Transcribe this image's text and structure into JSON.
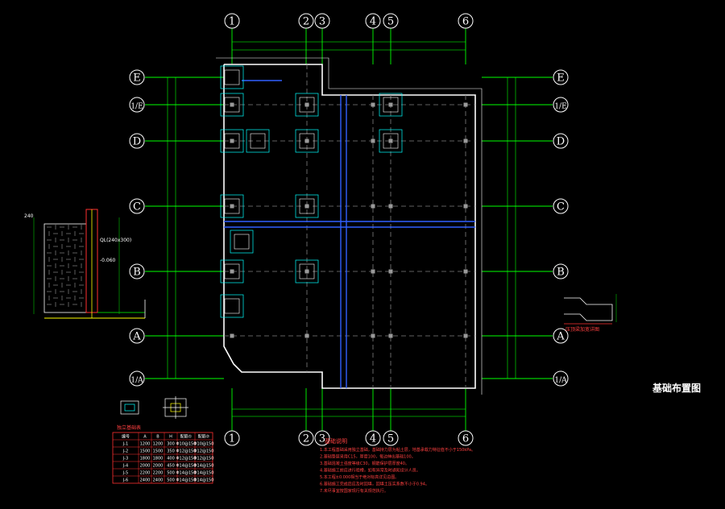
{
  "drawing": {
    "title": "基础布置图",
    "column_axes": [
      "1",
      "2",
      "3",
      "4",
      "5",
      "6"
    ],
    "row_axes": [
      "E",
      "1/E",
      "D",
      "C",
      "B",
      "A",
      "1/A"
    ],
    "notes_title": "基础说明",
    "notes": [
      "1.本工程基础采用独立基础，基础持力层为粘土层，地基承载力特征值不小于150kPa。",
      "2.基础垫层采用C15，厚度100，每边伸出基础100。",
      "3.基础混凝土强度等级C30，钢筋保护层厚度40。",
      "4.基础施工前应进行验槽，如有异常及时通知设计人员。",
      "5.本工程±0.000相当于绝对标高详见总图。",
      "6.基础施工完成后应及时回填，回填土压实系数不小于0.94。",
      "7.未尽事宜按国家现行有关规范执行。"
    ],
    "detail_label": "压顶梁加宽详图",
    "wall_labels": [
      "240",
      "QL(240x300)",
      "-0.060"
    ],
    "table_title": "独立基础表",
    "table_headers": [
      "编号",
      "A",
      "B",
      "H",
      "配筋①",
      "配筋②"
    ],
    "table_rows": [
      [
        "J-1",
        "1200",
        "1200",
        "300",
        "Φ10@150",
        "Φ10@150"
      ],
      [
        "J-2",
        "1500",
        "1500",
        "350",
        "Φ12@150",
        "Φ12@150"
      ],
      [
        "J-3",
        "1800",
        "1800",
        "400",
        "Φ12@150",
        "Φ12@150"
      ],
      [
        "J-4",
        "2000",
        "2000",
        "450",
        "Φ14@150",
        "Φ14@150"
      ],
      [
        "J-5",
        "2200",
        "2200",
        "500",
        "Φ14@150",
        "Φ14@150"
      ],
      [
        "J-6",
        "2400",
        "2400",
        "500",
        "Φ14@150",
        "Φ14@150"
      ]
    ],
    "colors": {
      "background": "#000000",
      "axis_green": "#00ff00",
      "wall_white": "#ffffff",
      "footing_cyan": "#00ffff",
      "beam_blue": "#3060ff",
      "notes_red": "#ff4040",
      "dim_green": "#00c000",
      "gray_grid": "#808080"
    }
  }
}
